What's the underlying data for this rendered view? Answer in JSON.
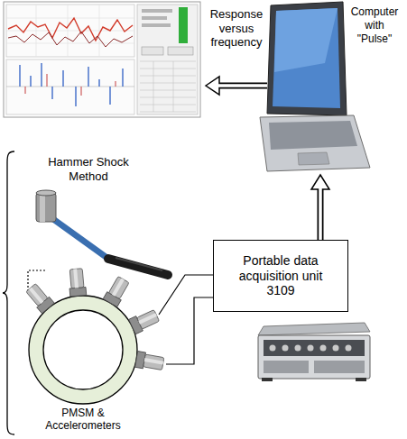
{
  "diagram": {
    "nodes": [
      {
        "text": [
          "Computer with \"Pulse\""
        ]
      },
      {
        "text": [
          "Portable data acquisition unit 3109"
        ]
      }
    ],
    "edges": [
      {
        "from": 1,
        "to": 0,
        "arrow": "to"
      }
    ],
    "labels": [
      "Response versus frequency",
      "Hammer Shock Method",
      "PMSM & Accelerometers"
    ]
  }
}
